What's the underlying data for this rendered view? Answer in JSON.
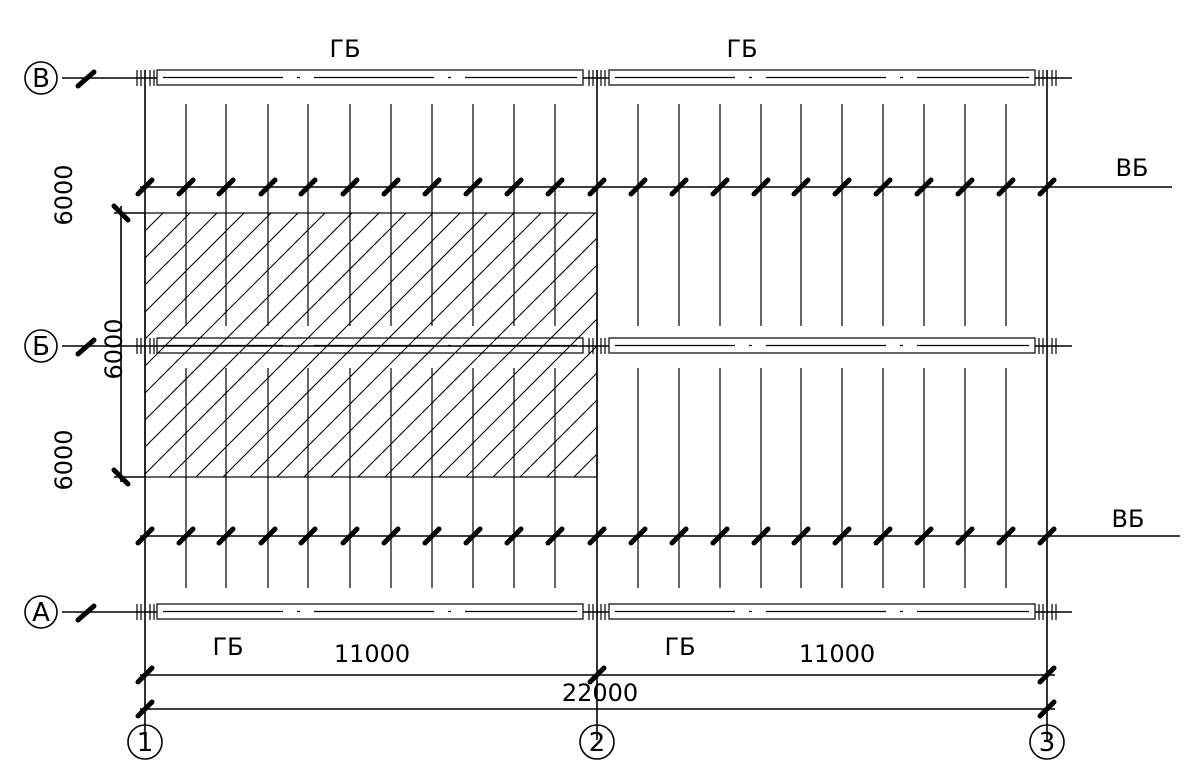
{
  "beam_labels": {
    "main_beam_top_left": "ГБ",
    "main_beam_top_right": "ГБ",
    "main_beam_bottom_left": "ГБ",
    "main_beam_bottom_right": "ГБ",
    "vertical_bracing_upper": "ВБ",
    "vertical_bracing_lower": "ВБ"
  },
  "axis_labels": {
    "row_v": "В",
    "row_b": "Б",
    "row_a": "А",
    "col_1": "1",
    "col_2": "2",
    "col_3": "3"
  },
  "dimensions": {
    "upper_span": "6000",
    "lower_span": "6000",
    "hatched_span": "6000",
    "bay_left": "11000",
    "bay_right": "11000",
    "total_length": "22000"
  }
}
